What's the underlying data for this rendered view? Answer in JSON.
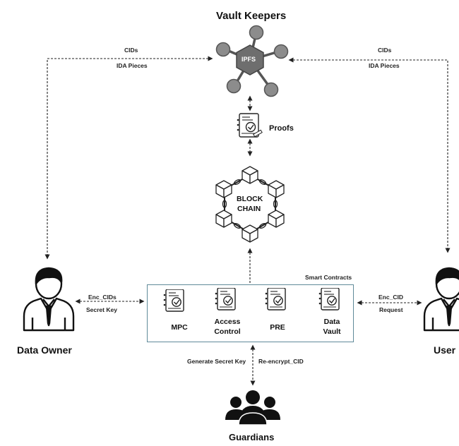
{
  "vault_keepers": {
    "title": "Vault Keepers",
    "hub_label": "IPFS"
  },
  "left_top_arrow": {
    "line1": "CIDs",
    "line2": "IDA Pieces"
  },
  "right_top_arrow": {
    "line1": "CIDs",
    "line2": "IDA Pieces"
  },
  "proofs": {
    "label": "Proofs"
  },
  "blockchain": {
    "line1": "BLOCK",
    "line2": "CHAIN"
  },
  "smart_contracts": {
    "title": "Smart Contracts",
    "items": [
      {
        "label_line1": "MPC",
        "label_line2": ""
      },
      {
        "label_line1": "Access",
        "label_line2": "Control"
      },
      {
        "label_line1": "PRE",
        "label_line2": ""
      },
      {
        "label_line1": "Data",
        "label_line2": "Vault"
      }
    ]
  },
  "data_owner": {
    "label": "Data Owner",
    "arrow_line1": "Enc_CIDs",
    "arrow_line2": "Secret Key"
  },
  "user": {
    "label": "User",
    "arrow_line1": "Enc_CID",
    "arrow_line2": "Request"
  },
  "guardians": {
    "label": "Guardians",
    "left_text": "Generate Secret Key",
    "right_text": "Re-encrypt_CID"
  },
  "colors": {
    "node_fill": "#8c8c8c",
    "hub_fill": "#6e6e6e",
    "box_border": "#5f8a99",
    "line": "#222222"
  }
}
